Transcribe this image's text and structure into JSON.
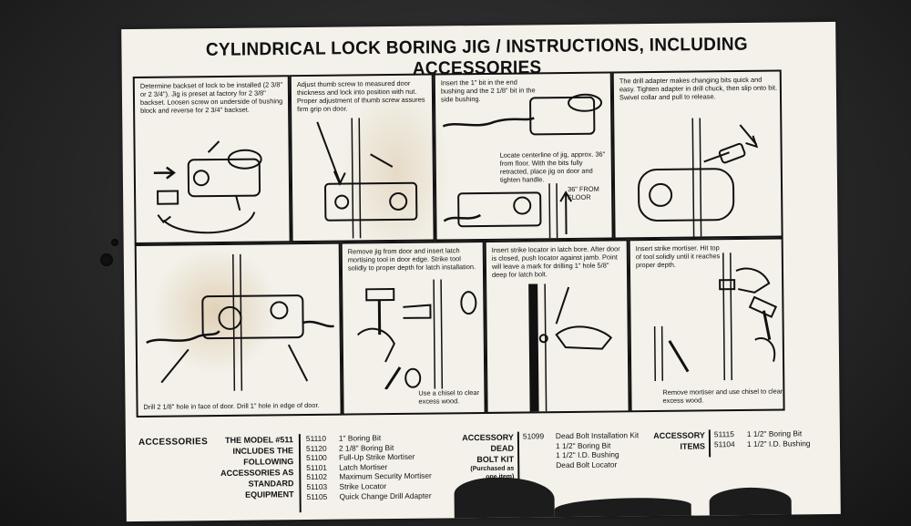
{
  "title": "CYLINDRICAL LOCK BORING JIG / INSTRUCTIONS, INCLUDING ACCESSORIES",
  "panels": {
    "p1": "Determine backset of lock to be installed (2 3/8\" or 2 3/4\"). Jig is preset at factory for 2 3/8\" backset. Loosen screw on underside of bushing block and reverse for 2 3/4\" backset.",
    "p2": "Adjust thumb screw to measured door thickness and lock into position with nut. Proper adjustment of thumb screw assures firm grip on door.",
    "p3": "Insert the 1\" bit in the end bushing and the 2 1/8\" bit in the side bushing.",
    "p3b": "Locate centerline of jig, approx. 36\" from floor. With the bits fully retracted, place jig on door and tighten handle.",
    "p3c": "36\" FROM FLOOR",
    "p4": "The drill adapter makes changing bits quick and easy. Tighten adapter in drill chuck, then slip onto bit. Swivel collar and pull to release.",
    "p5": "Drill 2 1/8\" hole in face of door. Drill 1\" hole in edge of door.",
    "p6": "Remove jig from door and insert latch mortising tool in door edge. Strike tool solidly to proper depth for latch installation.",
    "p6b": "Use a chisel to clear excess wood.",
    "p7": "Insert strike locator in latch bore. After door is closed, push locator against jamb. Point will leave a mark for drilling 1\" hole 5/8\" deep for latch bolt.",
    "p8": "Insert strike mortiser. Hit top of tool solidly until it reaches proper depth.",
    "p8b": "Remove mortiser and use chisel to clear excess wood."
  },
  "accessories": {
    "heading": "ACCESSORIES",
    "model_note": [
      "THE MODEL #511",
      "INCLUDES THE",
      "FOLLOWING",
      "ACCESSORIES AS",
      "STANDARD",
      "EQUIPMENT"
    ],
    "standard": [
      {
        "num": "51110",
        "desc": "1\" Boring Bit"
      },
      {
        "num": "51120",
        "desc": "2 1/8\" Boring Bit"
      },
      {
        "num": "51100",
        "desc": "Full-Up Strike Mortiser"
      },
      {
        "num": "51101",
        "desc": "Latch Mortiser"
      },
      {
        "num": "51102",
        "desc": "Maximum Security Mortiser"
      },
      {
        "num": "51103",
        "desc": "Strike Locator"
      },
      {
        "num": "51105",
        "desc": "Quick Change Drill Adapter"
      }
    ],
    "deadbolt_head": [
      "ACCESSORY",
      "DEAD",
      "BOLT KIT"
    ],
    "deadbolt_note": "(Purchased as one item)",
    "deadbolt": [
      {
        "num": "51099",
        "desc": "Dead Bolt Installation Kit"
      },
      {
        "num": "",
        "desc": "1 1/2\" Boring Bit"
      },
      {
        "num": "",
        "desc": "1 1/2\" I.D. Bushing"
      },
      {
        "num": "",
        "desc": "Dead Bolt Locator"
      }
    ],
    "items_head": [
      "ACCESSORY",
      "ITEMS"
    ],
    "items": [
      {
        "num": "51115",
        "desc": "1 1/2\" Boring Bit"
      },
      {
        "num": "51104",
        "desc": "1 1/2\" I.D. Bushing"
      }
    ]
  }
}
